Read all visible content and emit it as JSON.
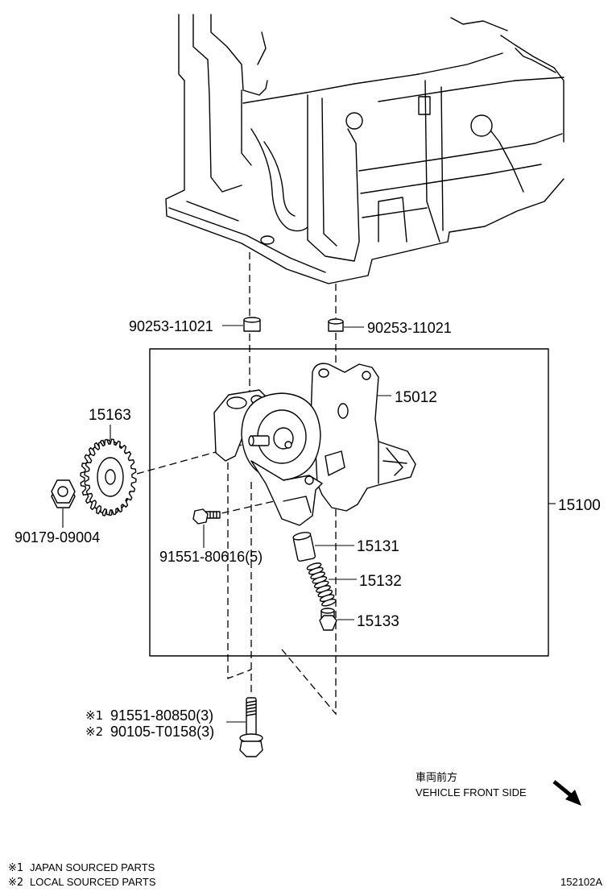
{
  "callouts": {
    "bushing_left": "90253-11021",
    "bushing_right": "90253-11021",
    "pump_body": "15012",
    "sprocket": "15163",
    "assembly": "15100",
    "nut": "90179-09004",
    "bolt_short": "91551-80616(5)",
    "relief_valve": "15131",
    "spring": "15132",
    "plug": "15133"
  },
  "long_bolt": [
    {
      "mark": "※1",
      "part": "91551-80850(3)"
    },
    {
      "mark": "※2",
      "part": "90105-T0158(3)"
    }
  ],
  "direction": {
    "label_jp": "車両前方",
    "label_en": "VEHICLE FRONT SIDE",
    "icon": "arrow-down-right-icon"
  },
  "footnotes": [
    {
      "mark": "※1",
      "text": "JAPAN SOURCED PARTS"
    },
    {
      "mark": "※2",
      "text": "LOCAL SOURCED PARTS"
    }
  ],
  "figure_id": "152102A"
}
